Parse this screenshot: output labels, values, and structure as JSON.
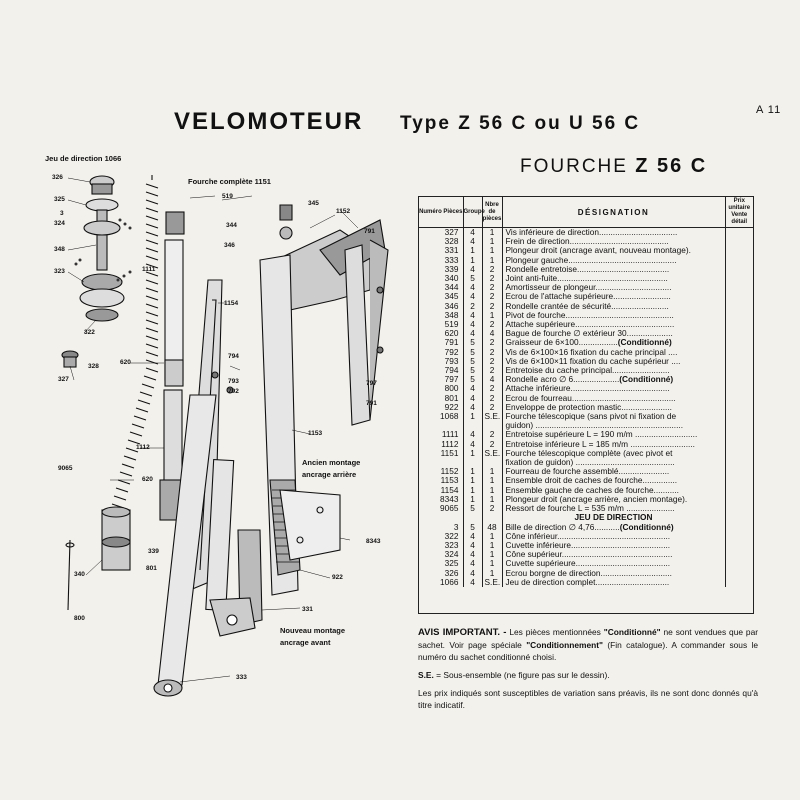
{
  "page_number": "A 11",
  "header": {
    "title_main": "VELOMOTEUR",
    "title_type": "Type Z 56 C ou U 56 C",
    "subtitle_prefix": "FOURCHE",
    "subtitle_model": "Z 56 C"
  },
  "diagram": {
    "labels": {
      "jeu": "Jeu de direction 1066",
      "fourche": "Fourche complète 1151",
      "ancien": "Ancien montage",
      "ancien2": "ancrage arrière",
      "nouveau": "Nouveau montage",
      "nouveau2": "ancrage avant",
      "n326": "326",
      "n325": "325",
      "n3": "3",
      "n324": "324",
      "n348": "348",
      "n323": "323",
      "n322": "322",
      "n328": "328",
      "n327": "327",
      "n9065": "9065",
      "n340": "340",
      "n800": "800",
      "n519": "519",
      "n1111": "1111",
      "n620": "620",
      "n1112": "1112",
      "n620b": "620",
      "n339": "339",
      "n801": "801",
      "n344": "344",
      "n345": "345",
      "n346": "346",
      "n1154": "1154",
      "n794": "794",
      "n793": "793",
      "n792": "792",
      "n1152": "1152",
      "n791": "791",
      "n797": "797",
      "n791b": "791",
      "n1153": "1153",
      "n8343": "8343",
      "n922": "922",
      "n331": "331",
      "n333": "333"
    }
  },
  "table": {
    "headers": {
      "numero": "Numéro Pièces",
      "groupe": "Groupe",
      "nbre": "Nbre de pièces",
      "designation": "DÉSIGNATION",
      "prix": "Prix unitaire Vente détail"
    },
    "rows": [
      {
        "num": "327",
        "grp": "4",
        "nb": "1",
        "des": "Vis inférieure de direction.................................."
      },
      {
        "num": "328",
        "grp": "4",
        "nb": "1",
        "des": "Frein de direction..........................................."
      },
      {
        "num": "331",
        "grp": "1",
        "nb": "1",
        "des": "Plongeur droit (ancrage avant, nouveau montage)."
      },
      {
        "num": "333",
        "grp": "1",
        "nb": "1",
        "des": "Plongeur gauche..............................................."
      },
      {
        "num": "339",
        "grp": "4",
        "nb": "2",
        "des": "Rondelle entretoise........................................"
      },
      {
        "num": "340",
        "grp": "5",
        "nb": "2",
        "des": "Joint anti-fuite................................................"
      },
      {
        "num": "344",
        "grp": "4",
        "nb": "2",
        "des": "Amortisseur de plongeur................................."
      },
      {
        "num": "345",
        "grp": "4",
        "nb": "2",
        "des": "Ecrou de l'attache supérieure........................."
      },
      {
        "num": "346",
        "grp": "2",
        "nb": "2",
        "des": "Rondelle crantée de sécurité........................."
      },
      {
        "num": "348",
        "grp": "4",
        "nb": "1",
        "des": "Pivot de fourche..............................................."
      },
      {
        "num": "519",
        "grp": "4",
        "nb": "2",
        "des": "Attache supérieure..........................................."
      },
      {
        "num": "620",
        "grp": "4",
        "nb": "4",
        "des": "Bague de fourche ∅ extérieur 30...................."
      },
      {
        "num": "791",
        "grp": "5",
        "nb": "2",
        "des": "Graisseur de 6×100.................",
        "cond": "(Conditionné)"
      },
      {
        "num": "792",
        "grp": "5",
        "nb": "2",
        "des": "Vis de 6×100×16 fixation du cache principal ...."
      },
      {
        "num": "793",
        "grp": "5",
        "nb": "2",
        "des": "Vis de 6×100×11 fixation du cache supérieur ...."
      },
      {
        "num": "794",
        "grp": "5",
        "nb": "2",
        "des": "Entretoise du cache principal........................."
      },
      {
        "num": "797",
        "grp": "5",
        "nb": "4",
        "des": "Rondelle acro ∅ 6....................",
        "cond": "(Conditionné)"
      },
      {
        "num": "800",
        "grp": "4",
        "nb": "2",
        "des": "Attache inférieure..........................................."
      },
      {
        "num": "801",
        "grp": "4",
        "nb": "2",
        "des": "Ecrou de fourreau............................................."
      },
      {
        "num": "922",
        "grp": "4",
        "nb": "2",
        "des": "Enveloppe de protection mastic......................"
      },
      {
        "num": "1068",
        "grp": "1",
        "nb": "S.E.",
        "des": "Fourche télescopique (sans pivot ni fixation de"
      },
      {
        "num": "",
        "grp": "",
        "nb": "",
        "des": "guidon) ................................................................"
      },
      {
        "num": "1111",
        "grp": "4",
        "nb": "2",
        "des": "Entretoise supérieure L = 190 m/m ..........................."
      },
      {
        "num": "1112",
        "grp": "4",
        "nb": "2",
        "des": "Entretoise inférieure L = 185 m/m ............................"
      },
      {
        "num": "1151",
        "grp": "1",
        "nb": "S.E.",
        "des": "Fourche télescopique complète (avec pivot et"
      },
      {
        "num": "",
        "grp": "",
        "nb": "",
        "des": "fixation de guidon) ..........................................."
      },
      {
        "num": "1152",
        "grp": "1",
        "nb": "1",
        "des": "Fourreau de fourche assemblé......................"
      },
      {
        "num": "1153",
        "grp": "1",
        "nb": "1",
        "des": "Ensemble droit de caches de fourche..............."
      },
      {
        "num": "1154",
        "grp": "1",
        "nb": "1",
        "des": "Ensemble gauche de caches de fourche..........."
      },
      {
        "num": "8343",
        "grp": "1",
        "nb": "1",
        "des": "Plongeur droit (ancrage arrière, ancien montage)."
      },
      {
        "num": "9065",
        "grp": "5",
        "nb": "2",
        "des": "Ressort de fourche L = 535 m/m ....................."
      }
    ],
    "section_title": "JEU DE DIRECTION",
    "rows2": [
      {
        "num": "3",
        "grp": "5",
        "nb": "48",
        "des": "Bille de direction ∅ 4,76...........",
        "cond": "(Conditionné)"
      },
      {
        "num": "322",
        "grp": "4",
        "nb": "1",
        "des": "Cône inférieur................................................."
      },
      {
        "num": "323",
        "grp": "4",
        "nb": "1",
        "des": "Cuvette inférieure..........................................."
      },
      {
        "num": "324",
        "grp": "4",
        "nb": "1",
        "des": "Cône supérieur................................................"
      },
      {
        "num": "325",
        "grp": "4",
        "nb": "1",
        "des": "Cuvette supérieure........................................."
      },
      {
        "num": "326",
        "grp": "4",
        "nb": "1",
        "des": "Ecrou borgne de direction..............................."
      },
      {
        "num": "1066",
        "grp": "4",
        "nb": "S.E.",
        "des": "Jeu de direction complet................................"
      }
    ]
  },
  "notes": {
    "avis_label": "AVIS IMPORTANT. -",
    "avis_text1": "Les pièces mentionnées",
    "avis_cond": "\"Conditionné\"",
    "avis_text2": "ne sont vendues que par sachet. Voir page spéciale",
    "avis_cond2": "\"Conditionnement\"",
    "avis_text3": "(Fin catalogue). A commander sous le numéro du sachet conditionné choisi.",
    "se_label": "S.E.",
    "se_text": "= Sous-ensemble (ne figure pas sur le dessin).",
    "prix_text": "Les prix indiqués sont susceptibles de variation sans préavis, ils ne sont donc donnés qu'à titre indicatif."
  }
}
